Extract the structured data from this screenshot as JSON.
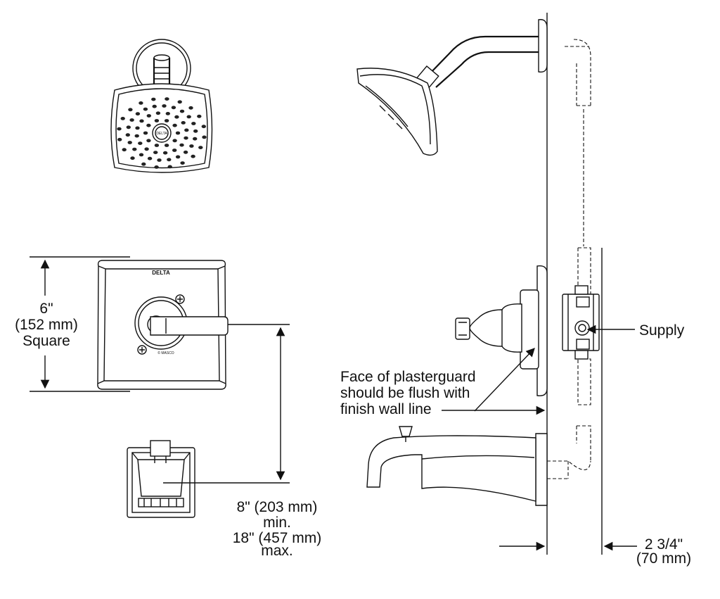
{
  "brand": "DELTA",
  "valve_plate_mark": "© MASCO",
  "labels": {
    "plate_size_line1": "6\"",
    "plate_size_line2": "(152 mm)",
    "plate_size_line3": "Square",
    "supply": "Supply",
    "plaster_line1": "Face of plasterguard",
    "plaster_line2": "should be flush with",
    "plaster_line3": "finish wall line",
    "spacing_line1": "8\" (203 mm)",
    "spacing_line2": "min.",
    "spacing_line3": "18\" (457 mm)",
    "spacing_line4": "max.",
    "depth_line1": "2 3/4\"",
    "depth_line2": "(70 mm)"
  }
}
